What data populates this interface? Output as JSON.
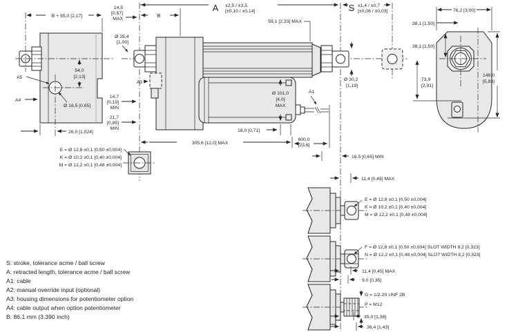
{
  "colors": {
    "line": "#262626",
    "fill_light": "#e8e8e8",
    "fill_mid": "#f1f1f1",
    "background": "#ffffff"
  },
  "legend": {
    "lines": [
      "S: stroke, tolerance acme / ball screw",
      "A: retracted length, tolerance acme / ball screw",
      "A1: cable",
      "A2: manual override input (optional)",
      "A3: housing dimensions for potentiometer option",
      "A4: cable output when option potentiometer",
      "B: 86.1 mm (3.390 inch)"
    ]
  },
  "rear_view": {
    "dim_b55": "B + 55,0 [2,17]",
    "dim_54": [
      "54,0",
      "[2,13]"
    ],
    "label_a5": "A5",
    "label_a4": "A4",
    "dim_dia165": "Ø 16,5 [0,65]",
    "dim_26": "26,0 [1,024]"
  },
  "main_view": {
    "dim_145": [
      "14,5",
      "[0,57]",
      "MAX"
    ],
    "label_b": "B",
    "label_a": "A",
    "tol_a": [
      "±2,5 / ±3,5",
      "[±0,10 / ±0,14]"
    ],
    "dim_591": "59,1 [2,33] MAX",
    "label_s": "S",
    "tol_s": [
      "±1,4 / ±0,7",
      "[±0,06 / ±0,03]"
    ],
    "dim_dia254": [
      "Ø 25,4",
      "[1,00]"
    ],
    "dim_dia302": [
      "Ø 30,2",
      "[1,19]"
    ],
    "label_a3": "A3",
    "label_a1": "A1",
    "dim_147": [
      "14,7",
      "[0,19]",
      "MIN"
    ],
    "dim_217": [
      "21,7",
      "[0,85]",
      "MIN"
    ],
    "dim_dia101": [
      "Ø 101,0",
      "[4,0]",
      "MAX"
    ],
    "dim_18": "18,0 [0,71]",
    "dim_3056": "305,6 [12,0] MAX",
    "dim_600": [
      "600,0",
      "[23,6]"
    ],
    "dim_165min": "16,5 [0,65] MIN",
    "dim_114max": "11,4 [0,45] MAX"
  },
  "cross_section": {
    "line_e": "E = Ø 12,8 ±0,1 [0,50 ±0,004]",
    "line_k": "K = Ø 10,2 ±0,1 [0,40 ±0,004]",
    "line_m": "M = Ø 12,2 ±0,1 [0,48 ±0,004]"
  },
  "variant_eye": {
    "line_e": "E = Ø 12,8 ±0,1 [0,50 ±0,004]",
    "line_k": "K = Ø 10,2 ±0,1 [0,40 ±0,004]",
    "line_m": "M = Ø 12,2 ±0,1 [0,48 ±0,004]"
  },
  "variant_slot": {
    "line_f": "F = Ø 12,8 ±0,1 [0,50 ±0,004] SLOT WIDTH 8,2 [0,323]",
    "line_n": "N = Ø 12,2 ±0,1 [0,48 ±0,004] SLOT WIDTH 8,2 [0,323]",
    "dim_114": "11,4 [0,45] MAX",
    "dim_90": "9,0 [0,35]"
  },
  "variant_thread": {
    "line_g": "G = 1/2-20 UNF 2B",
    "line_p": "P = M12",
    "dim_350": "35,0 [1,38]",
    "dim_364": "36,4 [1,43]"
  },
  "end_view": {
    "dim_762": "76,2 [3,00]",
    "dim_381_top": "38,1 [1,50]",
    "dim_381_side": "38,1 [1,50]",
    "dim_739": [
      "73,9",
      "[2,91]"
    ],
    "dim_1480": [
      "148,0",
      "[5,83]"
    ]
  }
}
